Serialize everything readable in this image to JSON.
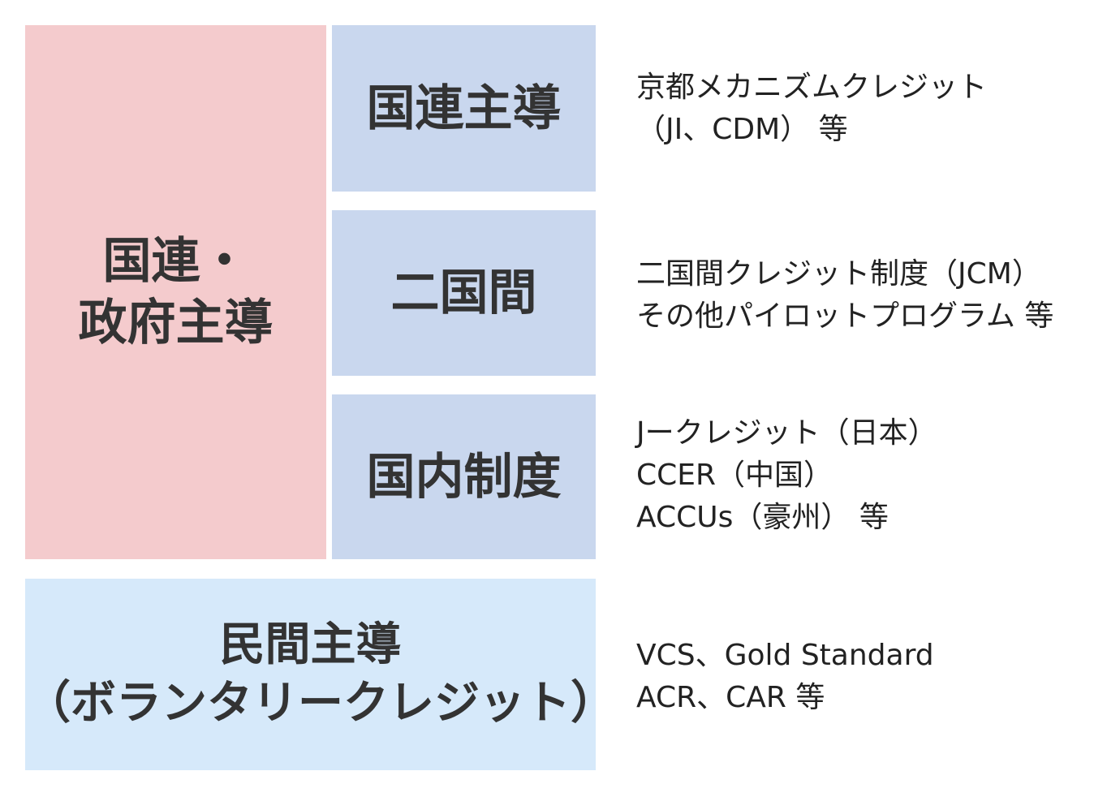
{
  "gov_led": {
    "lines": [
      "国連・",
      "政府主導"
    ]
  },
  "categories": [
    {
      "label": "国連主導",
      "description": [
        "京都メカニズムクレジット",
        "（JI、CDM） 等"
      ]
    },
    {
      "label": "二国間",
      "description": [
        "二国間クレジット制度（JCM）",
        "その他パイロットプログラム 等"
      ]
    },
    {
      "label": "国内制度",
      "description": [
        "Jークレジット（日本）",
        "CCER（中国）",
        "ACCUs（豪州） 等"
      ]
    }
  ],
  "private_led": {
    "lines": [
      "民間主導",
      "（ボランタリークレジット）"
    ],
    "description": [
      "VCS、Gold Standard",
      "ACR、CAR 等"
    ]
  },
  "colors": {
    "gov_box": "#f4cbcd",
    "category_box": "#c9d7ee",
    "private_box": "#d6e9fa",
    "text": "#333333"
  }
}
